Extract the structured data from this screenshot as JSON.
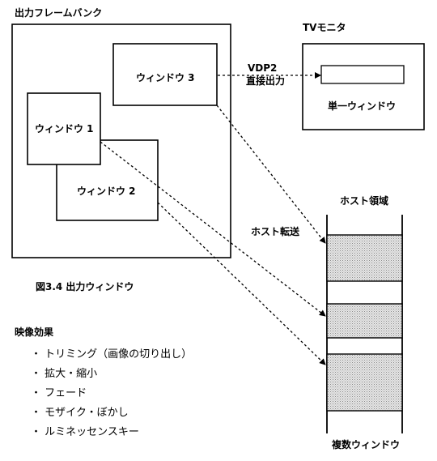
{
  "frame_bank_title": "出力フレームバンク",
  "tv_monitor_title": "TVモニタ",
  "windows": {
    "w1": "ウィンドウ 1",
    "w2": "ウィンドウ 2",
    "w3": "ウィンドウ 3"
  },
  "vdp2_label": "VDP2",
  "direct_output_label": "直接出力",
  "single_window_label": "単一ウィンドウ",
  "host_area_label": "ホスト領域",
  "host_transfer_label": "ホスト転送",
  "figure_caption": "図3.4 出力ウィンドウ",
  "effects_heading": "映像効果",
  "effects": [
    "・ トリミング（画像の切り出し）",
    "・ 拡大・縮小",
    "・ フェード",
    "・ モザイク・ぼかし",
    "・ ルミネッセンスキー"
  ],
  "multi_window_label": "複数ウィンドウ"
}
